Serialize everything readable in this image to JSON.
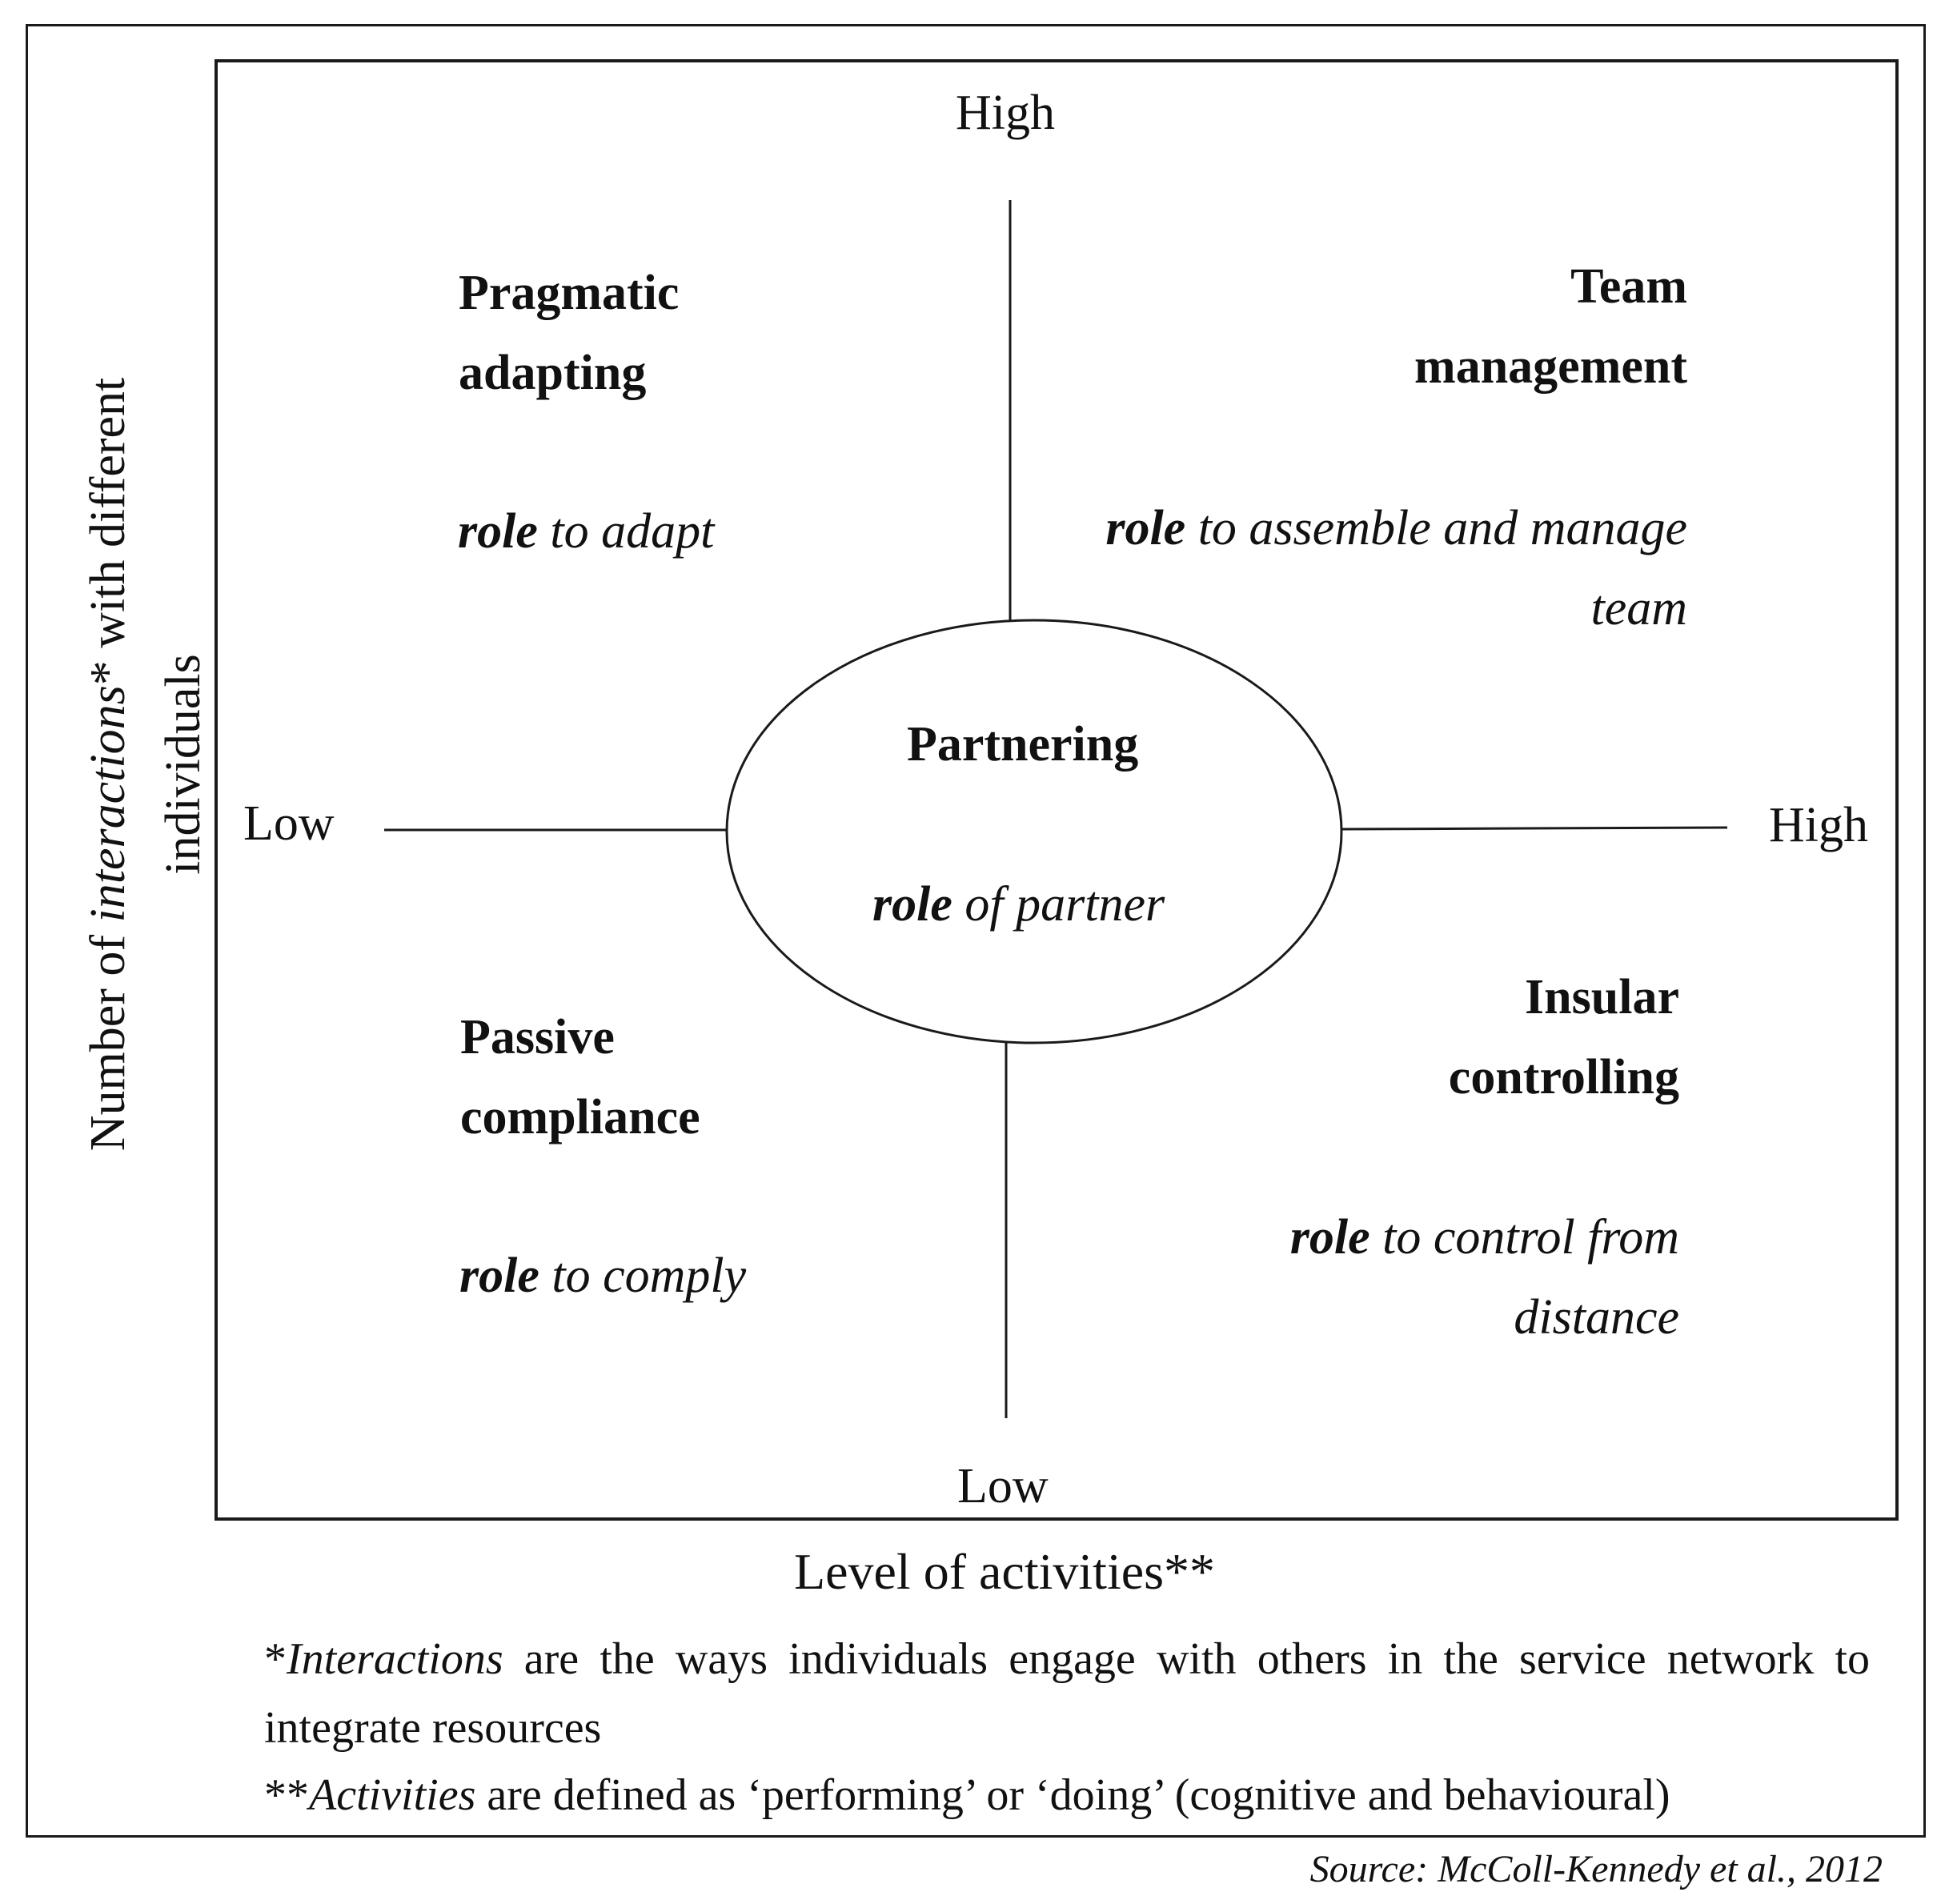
{
  "y_axis": {
    "label_pre": "Number of ",
    "label_em": "interactions",
    "label_post": "* with different individuals",
    "high": "High",
    "low": "Low"
  },
  "x_axis": {
    "label": "Level of activities**",
    "low": "Low",
    "high": "High"
  },
  "quadrants": {
    "top_left": {
      "title_1": "Pragmatic",
      "title_2": "adapting",
      "role_bold": "role",
      "role_rest": " to adapt"
    },
    "top_right": {
      "title_1": "Team",
      "title_2": "management",
      "role_bold": "role",
      "role_rest_1": " to assemble and manage",
      "role_rest_2": "team"
    },
    "bottom_left": {
      "title_1": "Passive",
      "title_2": "compliance",
      "role_bold": "role",
      "role_rest": " to comply"
    },
    "bottom_right": {
      "title_1": "Insular",
      "title_2": "controlling",
      "role_bold": "role",
      "role_rest_1": " to control from",
      "role_rest_2": "distance"
    }
  },
  "center": {
    "title": "Partnering",
    "role_bold": "role",
    "role_rest": " of partner"
  },
  "notes": {
    "n1_mark": "*",
    "n1_em": "Interactions",
    "n1_rest": " are the ways individuals engage with others in the service network to integrate resources",
    "n2_mark": "**",
    "n2_em": "Activities",
    "n2_rest": " are defined as ‘performing’ or ‘doing’ (cognitive and behavioural)"
  },
  "source": "Source: McColl-Kennedy et al., 2012"
}
